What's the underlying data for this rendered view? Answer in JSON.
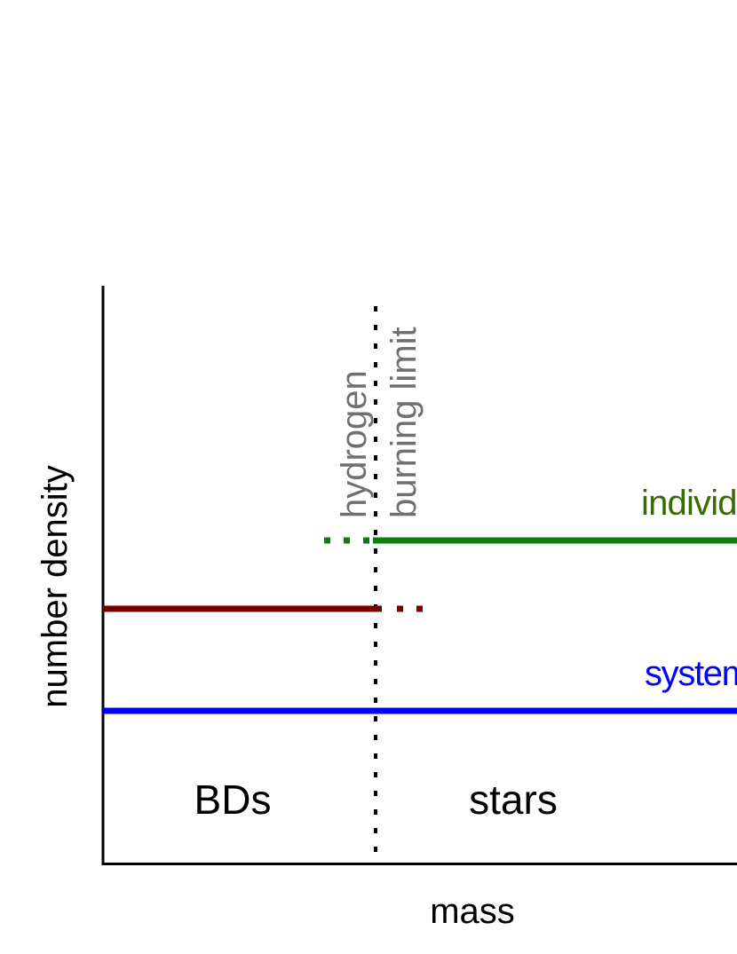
{
  "axes": {
    "xlabel": "mass",
    "ylabel": "number density",
    "ticks": "none"
  },
  "markers": {
    "hydrogen_limit_line1": "hydrogen",
    "hydrogen_limit_line2": "burning limit"
  },
  "regions": {
    "left": "BDs",
    "right": "stars"
  },
  "series": {
    "individual": {
      "label": "individu",
      "color": "#0a7d0a",
      "text_color": "#3a6b00"
    },
    "bd": {
      "color": "#7a0000"
    },
    "systems": {
      "label": "system",
      "color": "#0000ff"
    }
  },
  "colors": {
    "axis": "#000000",
    "limit_text": "#707070"
  }
}
